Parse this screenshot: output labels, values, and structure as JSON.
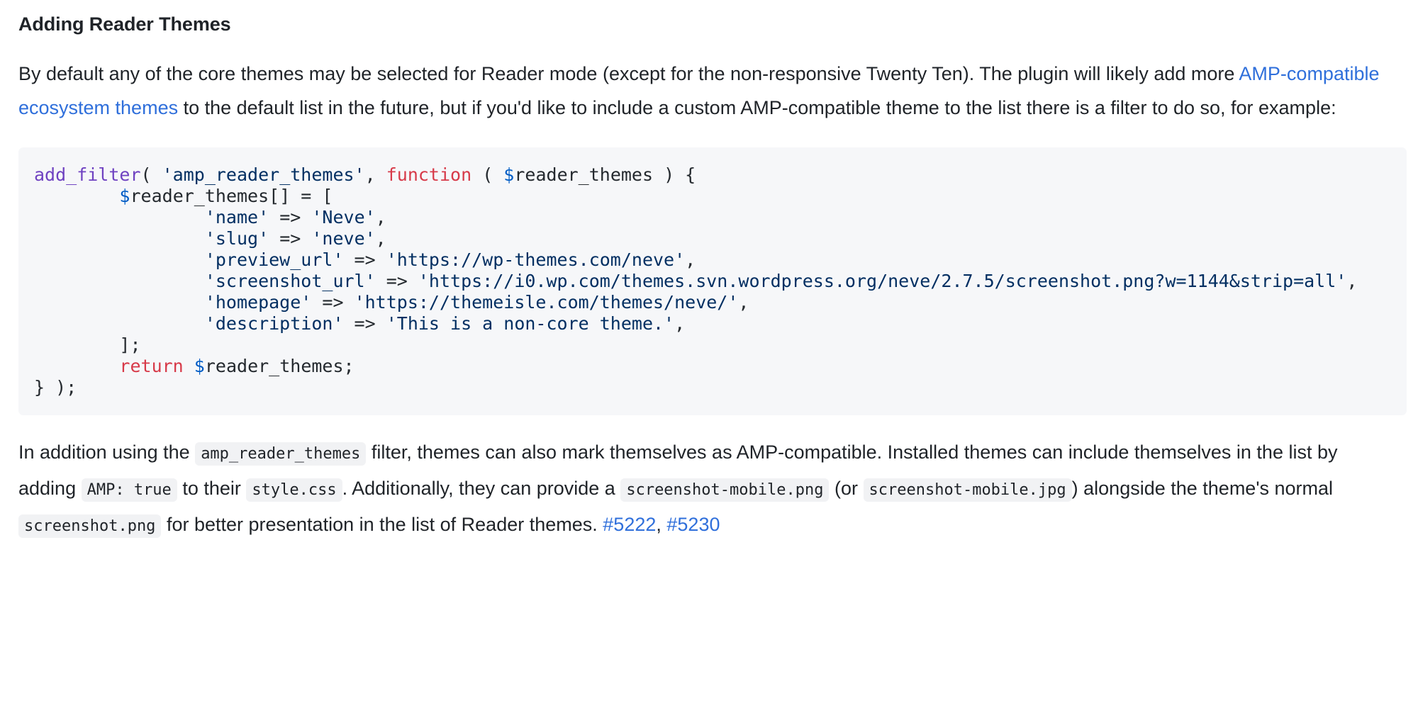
{
  "colors": {
    "text": "#1f2328",
    "link": "#2f6fdb",
    "code_bg": "#f6f7f9",
    "inline_code_bg": "#f1f2f4",
    "syntax_function": "#6f42c1",
    "syntax_keyword": "#d73a49",
    "syntax_string": "#032f62",
    "syntax_variable": "#005cc5",
    "syntax_plain": "#24292e"
  },
  "heading": {
    "title": "Adding Reader Themes"
  },
  "intro_paragraph": {
    "part1": "By default any of the core themes may be selected for Reader mode (except for the non-responsive Twenty Ten). The plugin will likely add more ",
    "link_text": "AMP-compatible ecosystem themes",
    "part2": " to the default list in the future, but if you'd like to include a custom AMP-compatible theme to the list there is a filter to do so, for example:"
  },
  "code_block": {
    "language": "php",
    "lines": [
      {
        "segments": [
          {
            "text": "add_filter",
            "type": "function"
          },
          {
            "text": "( ",
            "type": "plain"
          },
          {
            "text": "'amp_reader_themes'",
            "type": "string"
          },
          {
            "text": ", ",
            "type": "plain"
          },
          {
            "text": "function",
            "type": "keyword"
          },
          {
            "text": " ( ",
            "type": "plain"
          },
          {
            "text": "$",
            "type": "variable"
          },
          {
            "text": "reader_themes ) {",
            "type": "plain"
          }
        ]
      },
      {
        "segments": [
          {
            "text": "\t",
            "type": "plain"
          },
          {
            "text": "$",
            "type": "variable"
          },
          {
            "text": "reader_themes[] = [",
            "type": "plain"
          }
        ]
      },
      {
        "segments": [
          {
            "text": "\t\t",
            "type": "plain"
          },
          {
            "text": "'name'",
            "type": "string"
          },
          {
            "text": " => ",
            "type": "plain"
          },
          {
            "text": "'Neve'",
            "type": "string"
          },
          {
            "text": ",",
            "type": "plain"
          }
        ]
      },
      {
        "segments": [
          {
            "text": "\t\t",
            "type": "plain"
          },
          {
            "text": "'slug'",
            "type": "string"
          },
          {
            "text": " => ",
            "type": "plain"
          },
          {
            "text": "'neve'",
            "type": "string"
          },
          {
            "text": ",",
            "type": "plain"
          }
        ]
      },
      {
        "segments": [
          {
            "text": "\t\t",
            "type": "plain"
          },
          {
            "text": "'preview_url'",
            "type": "string"
          },
          {
            "text": " => ",
            "type": "plain"
          },
          {
            "text": "'https://wp-themes.com/neve'",
            "type": "string"
          },
          {
            "text": ",",
            "type": "plain"
          }
        ]
      },
      {
        "segments": [
          {
            "text": "\t\t",
            "type": "plain"
          },
          {
            "text": "'screenshot_url'",
            "type": "string"
          },
          {
            "text": " => ",
            "type": "plain"
          },
          {
            "text": "'https://i0.wp.com/themes.svn.wordpress.org/neve/2.7.5/screenshot.png?w=1144&strip=all'",
            "type": "string"
          },
          {
            "text": ",",
            "type": "plain"
          }
        ]
      },
      {
        "segments": [
          {
            "text": "\t\t",
            "type": "plain"
          },
          {
            "text": "'homepage'",
            "type": "string"
          },
          {
            "text": " => ",
            "type": "plain"
          },
          {
            "text": "'https://themeisle.com/themes/neve/'",
            "type": "string"
          },
          {
            "text": ",",
            "type": "plain"
          }
        ]
      },
      {
        "segments": [
          {
            "text": "\t\t",
            "type": "plain"
          },
          {
            "text": "'description'",
            "type": "string"
          },
          {
            "text": " => ",
            "type": "plain"
          },
          {
            "text": "'This is a non-core theme.'",
            "type": "string"
          },
          {
            "text": ",",
            "type": "plain"
          }
        ]
      },
      {
        "segments": [
          {
            "text": "\t];",
            "type": "plain"
          }
        ]
      },
      {
        "segments": [
          {
            "text": "\t",
            "type": "plain"
          },
          {
            "text": "return",
            "type": "keyword"
          },
          {
            "text": " ",
            "type": "plain"
          },
          {
            "text": "$",
            "type": "variable"
          },
          {
            "text": "reader_themes;",
            "type": "plain"
          }
        ]
      },
      {
        "segments": [
          {
            "text": "} );",
            "type": "plain"
          }
        ]
      }
    ]
  },
  "closing_paragraph": {
    "t1": "In addition using the ",
    "c1": "amp_reader_themes",
    "t2": " filter, themes can also mark themselves as AMP-compatible. Installed themes can include themselves in the list by adding ",
    "c2": "AMP: true",
    "t3": " to their ",
    "c3": "style.css",
    "t4": ". Additionally, they can provide a ",
    "c4": "screenshot-mobile.png",
    "t5": " (or ",
    "c5": "screenshot-mobile.jpg",
    "t6": ") alongside the theme's normal ",
    "c6": "screenshot.png",
    "t7": " for better presentation in the list of Reader themes. ",
    "link1": "#5222",
    "t8": ", ",
    "link2": "#5230"
  }
}
